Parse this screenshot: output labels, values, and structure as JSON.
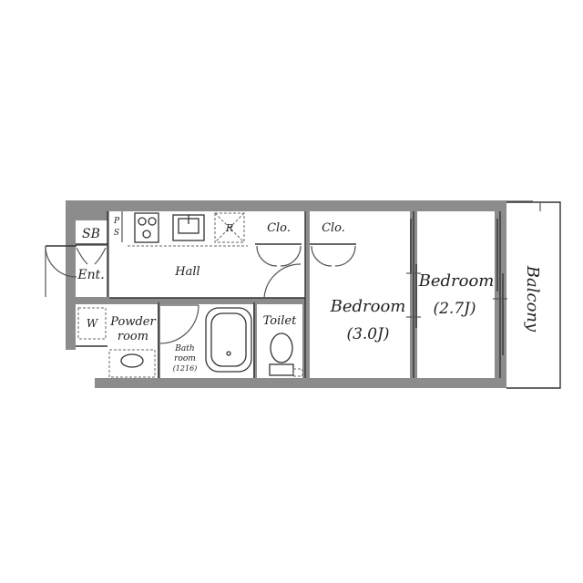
{
  "rooms": {
    "sb": "SB",
    "ps_p": "P",
    "ps_s": "S",
    "entrance": "Ent.",
    "hall": "Hall",
    "refrigerator": "R",
    "closet_1": "Clo.",
    "closet_2": "Clo.",
    "washer": "W",
    "powder_room_line1": "Powder",
    "powder_room_line2": "room",
    "bath_line1": "Bath",
    "bath_line2": "room",
    "bath_size": "(1216)",
    "toilet": "Toilet",
    "bedroom_1": "Bedroom",
    "bedroom_1_size": "(3.0J)",
    "bedroom_2": "Bedroom",
    "bedroom_2_size": "(2.7J)",
    "balcony": "Balcony"
  }
}
